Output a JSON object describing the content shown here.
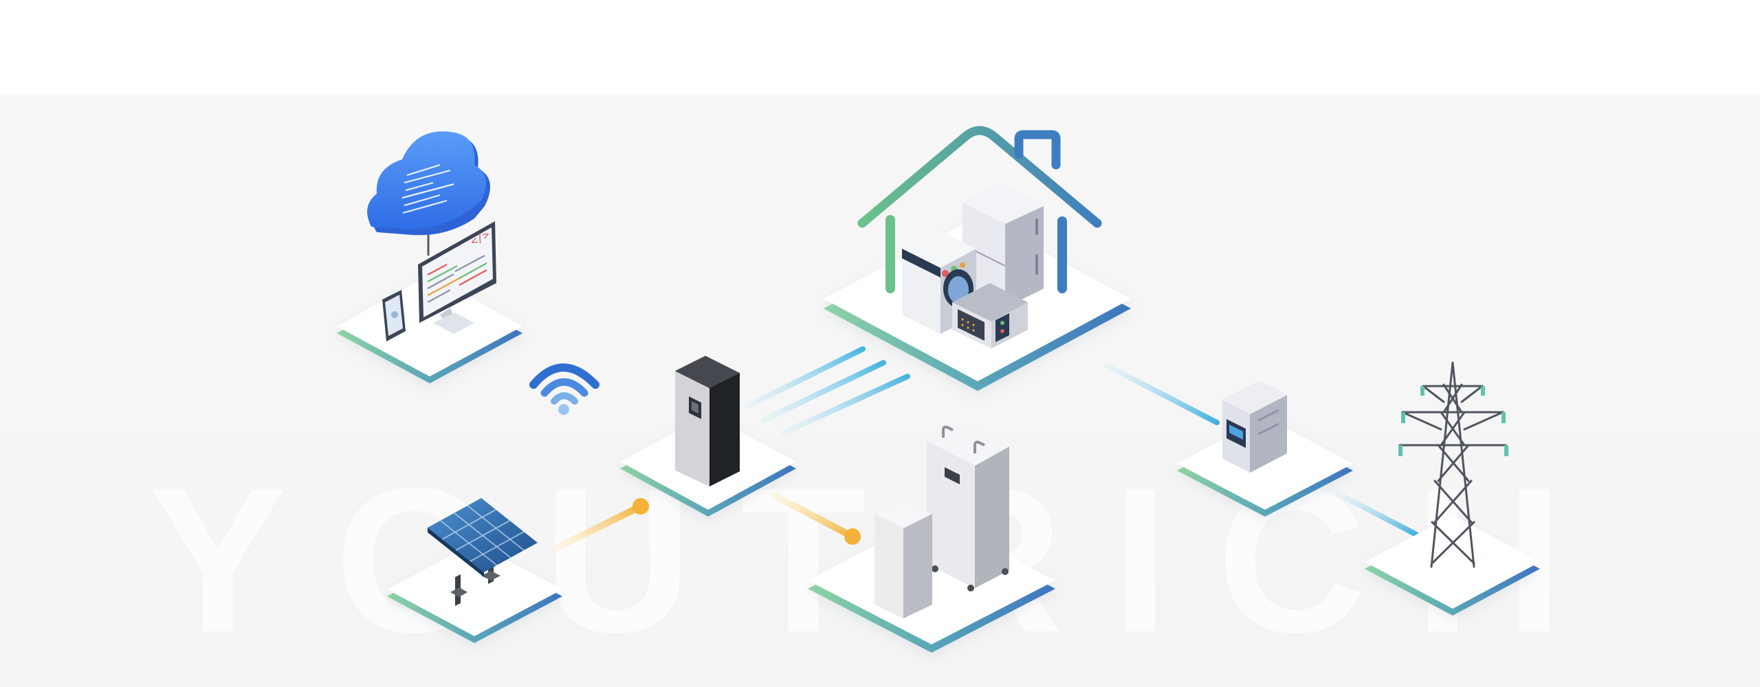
{
  "watermark": {
    "text": "YOUTRICH"
  },
  "palette": {
    "platform_left_edge": "#7bc99a",
    "platform_right_edge": "#3d7fc2",
    "link_blue": "#5bbde0",
    "link_yellow": "#f5b942",
    "cloud": "#3d7ff0",
    "house_green": "#6cc28a",
    "house_blue": "#3e7ec0"
  },
  "nodes": [
    {
      "id": "cloud-monitoring",
      "icon": "cloud-computer-icon"
    },
    {
      "id": "wifi",
      "icon": "wifi-icon"
    },
    {
      "id": "inverter",
      "icon": "inverter-icon"
    },
    {
      "id": "home-appliances",
      "icon": "house-icon"
    },
    {
      "id": "smart-meter",
      "icon": "meter-icon"
    },
    {
      "id": "power-grid",
      "icon": "transmission-tower-icon"
    },
    {
      "id": "solar-panel",
      "icon": "solar-panel-icon"
    },
    {
      "id": "battery-storage",
      "icon": "battery-icon"
    }
  ]
}
